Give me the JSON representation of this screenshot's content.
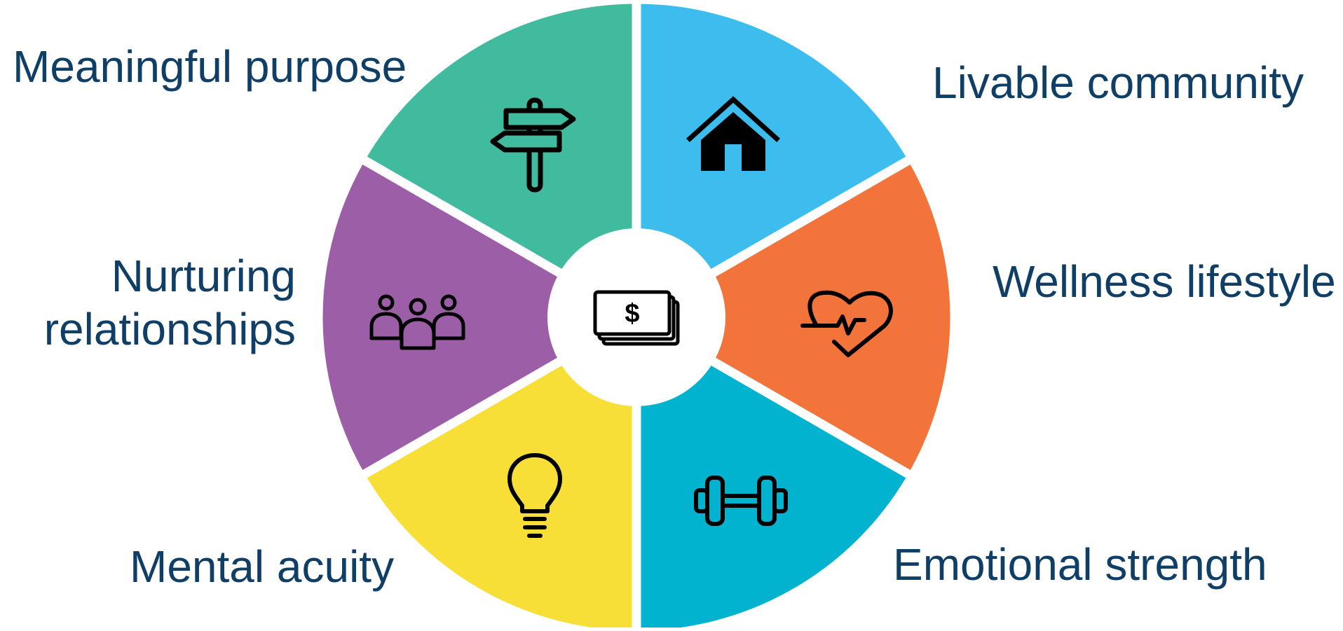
{
  "segments": [
    {
      "key": "meaningful",
      "label": "Meaningful purpose",
      "color": "#41bb9e",
      "icon": "signpost-icon"
    },
    {
      "key": "livable",
      "label": "Livable community",
      "color": "#3cbdee",
      "icon": "house-icon"
    },
    {
      "key": "wellness",
      "label": "Wellness lifestyle",
      "color": "#f3743b",
      "icon": "heart-pulse-icon"
    },
    {
      "key": "emotional",
      "label": "Emotional strength",
      "color": "#02b3d0",
      "icon": "dumbbell-icon"
    },
    {
      "key": "mental",
      "label": "Mental acuity",
      "color": "#f7df38",
      "icon": "lightbulb-icon"
    },
    {
      "key": "nurturing",
      "label_line1": "Nurturing",
      "label_line2": "relationships",
      "color": "#9c5fa7",
      "icon": "people-group-icon"
    }
  ],
  "center": {
    "icon": "money-stack-icon",
    "symbol": "$"
  }
}
